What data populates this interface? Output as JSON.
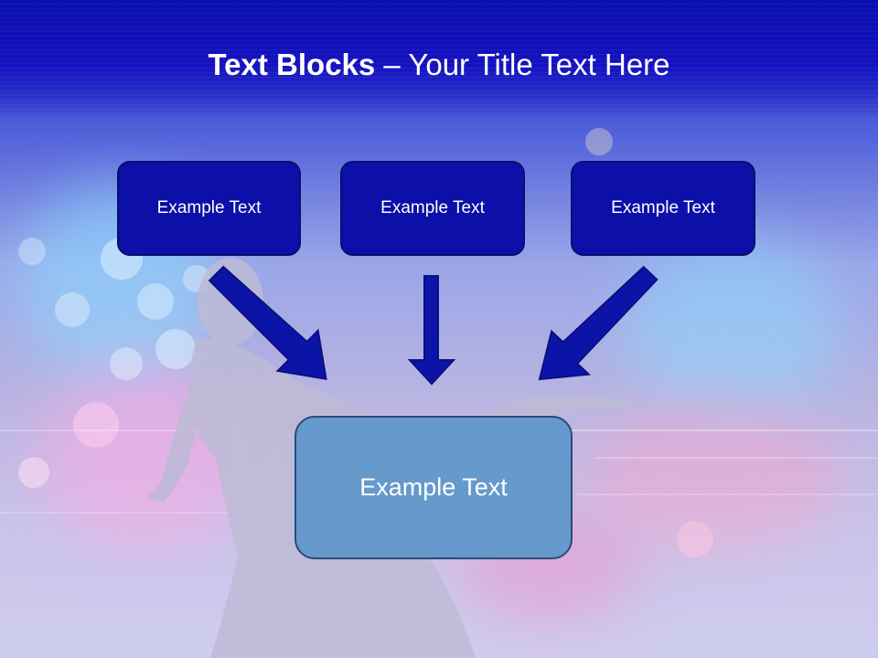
{
  "title": {
    "bold": "Text Blocks",
    "separator": " – ",
    "regular": "Your Title Text Here"
  },
  "boxes": {
    "left": "Example Text",
    "center": "Example Text",
    "right": "Example Text",
    "bottom": "Example Text"
  },
  "colors": {
    "header": "#1412c0",
    "small_box_fill": "#0c0fa8",
    "small_box_border": "#081070",
    "big_box_fill": "#6699cc",
    "big_box_border": "#2b4a7c",
    "arrow_fill": "#0c14a8",
    "arrow_stroke": "#0a1080"
  }
}
